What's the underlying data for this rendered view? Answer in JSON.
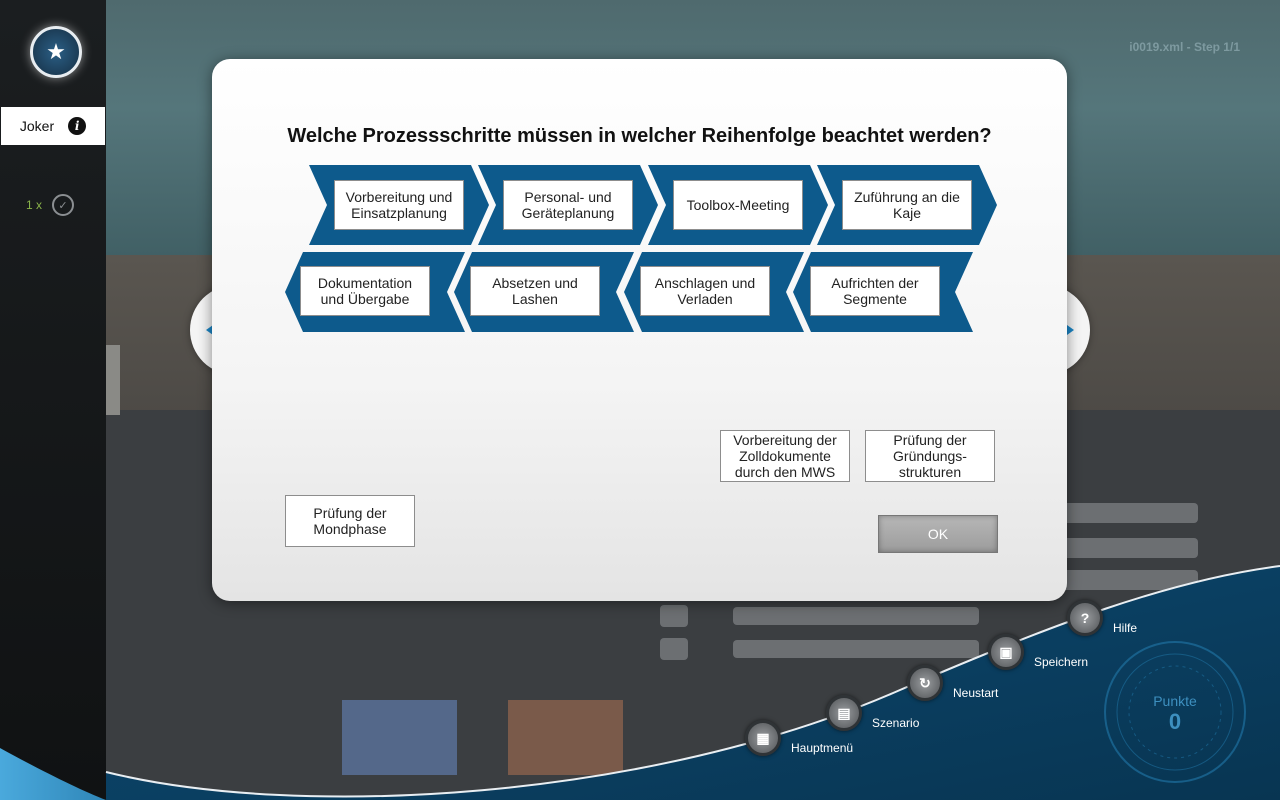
{
  "header": {
    "step_label": "i0019.xml - Step 1/1"
  },
  "sidebar": {
    "joker_label": "Joker",
    "timer_count": "1 x"
  },
  "dialog": {
    "question": "Welche Prozessschritte müssen in welcher Reihenfolge beachtet werden?",
    "row1": [
      "Vorbereitung und Einsatzplanung",
      "Personal- und Geräteplanung",
      "Toolbox-Meeting",
      "Zuführung an die Kaje"
    ],
    "row2": [
      "Dokumentation und Übergabe",
      "Absetzen und Lashen",
      "Anschlagen und Verladen",
      "Aufrichten der Segmente"
    ],
    "options": [
      "Vorbereitung der Zolldokumente durch den MWS",
      "Prüfung der Gründungs-strukturen",
      "Prüfung der Mondphase"
    ],
    "ok_label": "OK"
  },
  "menu": {
    "hauptmenue": "Hauptmenü",
    "szenario": "Szenario",
    "neustart": "Neustart",
    "speichern": "Speichern",
    "hilfe": "Hilfe"
  },
  "score": {
    "label": "Punkte",
    "value": "0"
  },
  "colors": {
    "accent": "#0d5a8c",
    "arrow": "#1b86c6",
    "timer_green": "#8ab44a"
  },
  "icons": {
    "logo": "star-icon",
    "joker": "info-icon",
    "timer": "stopwatch-icon",
    "hauptmenue": "grid-icon",
    "szenario": "clipboard-icon",
    "neustart": "refresh-icon",
    "speichern": "save-icon",
    "hilfe": "question-icon"
  }
}
